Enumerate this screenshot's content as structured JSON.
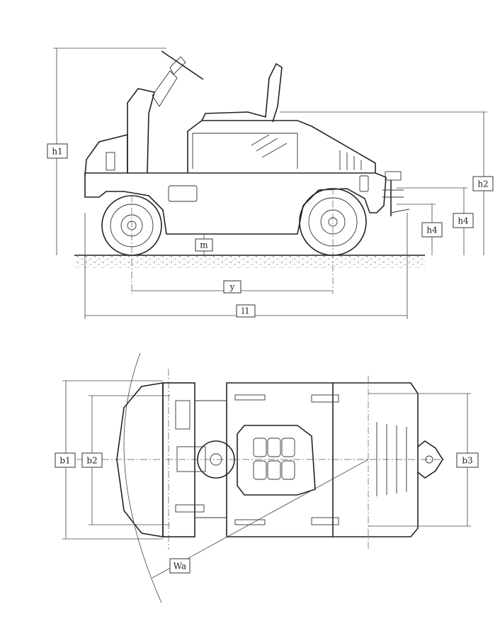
{
  "side_view": {
    "labels": {
      "h1": "h1",
      "h2": "h2",
      "h4_outer": "h4",
      "h4_inner": "h4",
      "m": "m",
      "y": "y",
      "l1": "l1"
    }
  },
  "top_view": {
    "labels": {
      "b1": "b1",
      "b2": "b2",
      "b3": "b3",
      "wa": "Wa"
    }
  }
}
